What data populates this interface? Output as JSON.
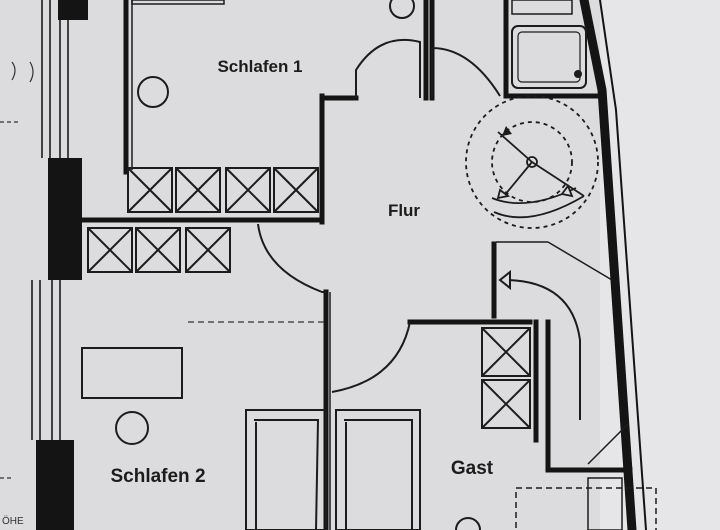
{
  "plan": {
    "rooms": {
      "schlafen1": "Schlafen 1",
      "flur": "Flur",
      "schlafen2": "Schlafen 2",
      "gast": "Gast"
    },
    "edge_text": "ÖHE",
    "colors": {
      "paper": "#dcdcde",
      "wall": "#141414",
      "line": "#1c1c1c"
    }
  }
}
